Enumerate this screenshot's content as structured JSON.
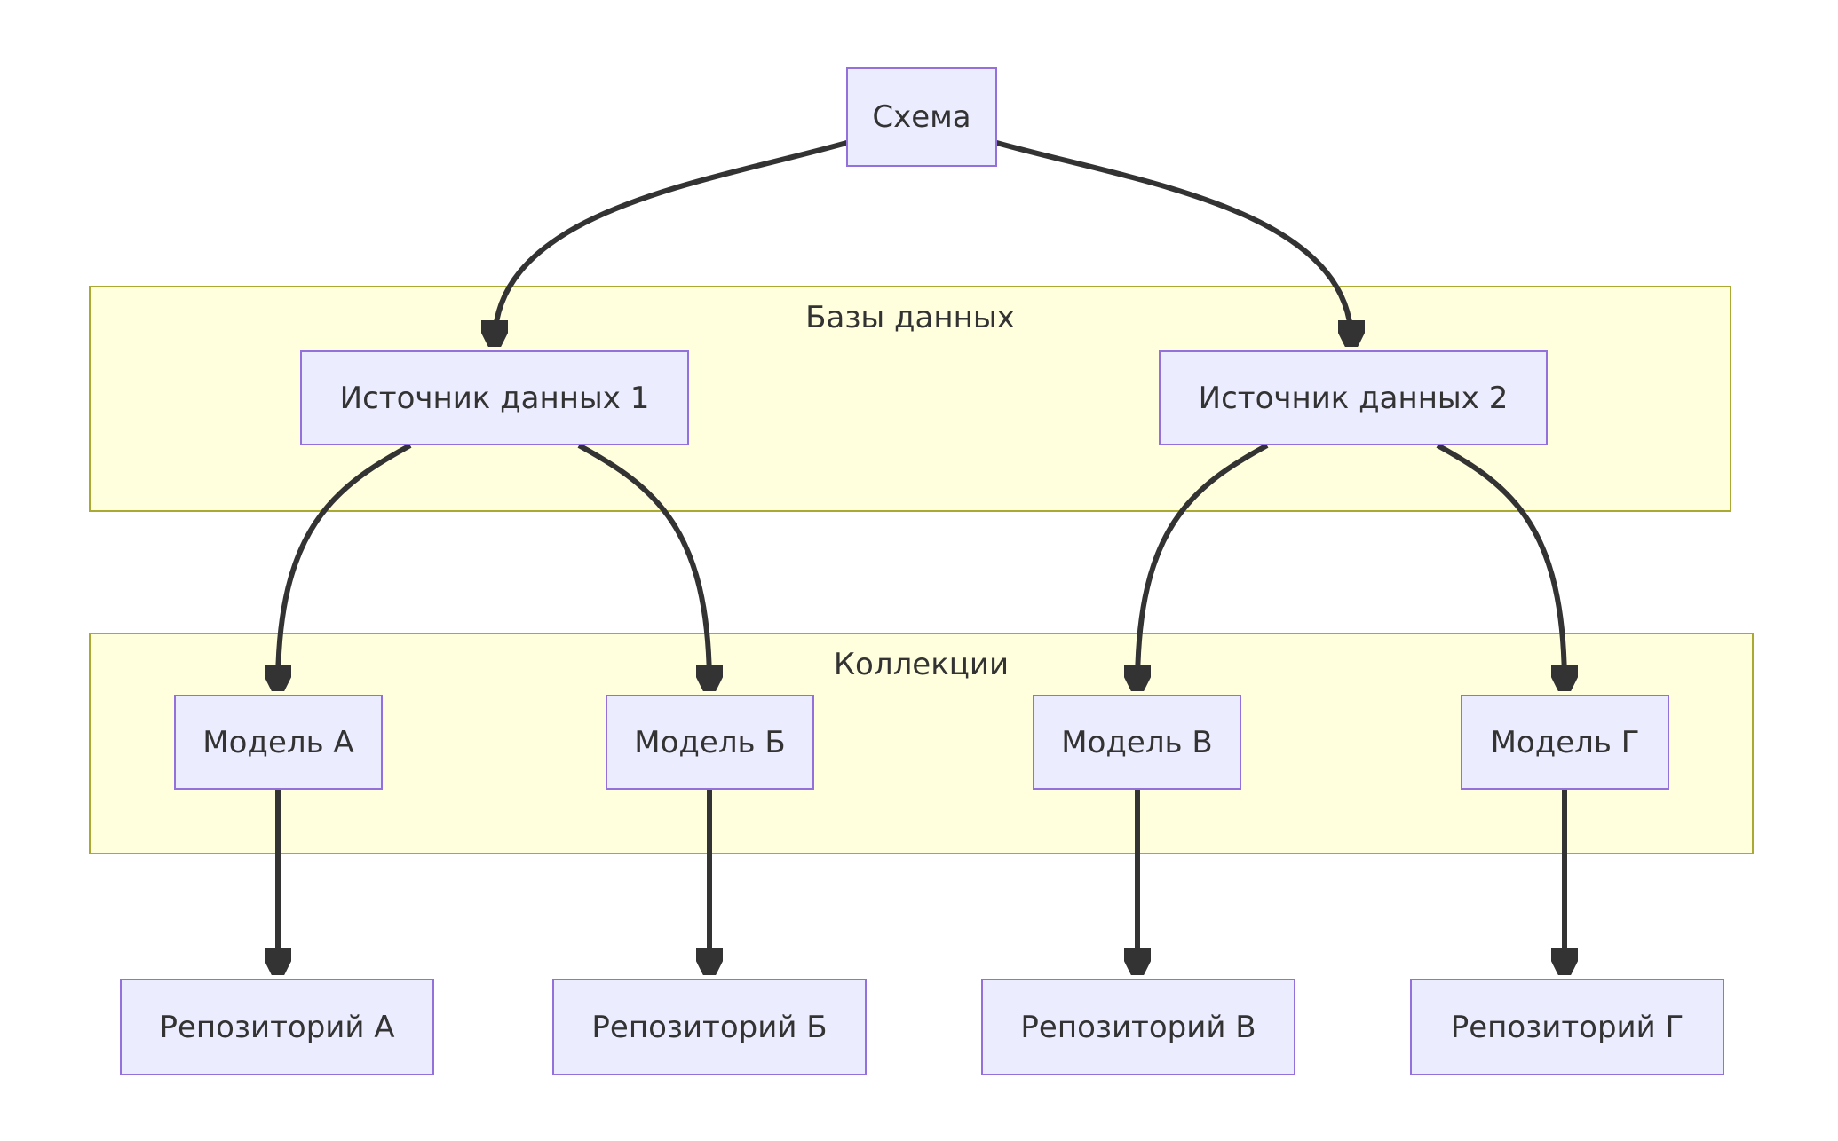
{
  "diagram": {
    "type": "flowchart",
    "clusters": {
      "databases": {
        "label": "Базы данных"
      },
      "collections": {
        "label": "Коллекции"
      }
    },
    "nodes": {
      "schema": {
        "label": "Схема"
      },
      "source1": {
        "label": "Источник данных 1"
      },
      "source2": {
        "label": "Источник данных 2"
      },
      "model_a": {
        "label": "Модель А"
      },
      "model_b": {
        "label": "Модель Б"
      },
      "model_v": {
        "label": "Модель В"
      },
      "model_g": {
        "label": "Модель Г"
      },
      "repo_a": {
        "label": "Репозиторий А"
      },
      "repo_b": {
        "label": "Репозиторий Б"
      },
      "repo_v": {
        "label": "Репозиторий В"
      },
      "repo_g": {
        "label": "Репозиторий Г"
      }
    },
    "edges": [
      {
        "from": "Схема",
        "to": "Источник данных 1"
      },
      {
        "from": "Схема",
        "to": "Источник данных 2"
      },
      {
        "from": "Источник данных 1",
        "to": "Модель А"
      },
      {
        "from": "Источник данных 1",
        "to": "Модель Б"
      },
      {
        "from": "Источник данных 2",
        "to": "Модель В"
      },
      {
        "from": "Источник данных 2",
        "to": "Модель Г"
      },
      {
        "from": "Модель А",
        "to": "Репозиторий А"
      },
      {
        "from": "Модель Б",
        "to": "Репозиторий Б"
      },
      {
        "from": "Модель В",
        "to": "Репозиторий В"
      },
      {
        "from": "Модель Г",
        "to": "Репозиторий Г"
      }
    ],
    "colors": {
      "node_fill": "#ECECFF",
      "node_border": "#9370DB",
      "cluster_fill": "#FFFFDE",
      "cluster_border": "#AAAA33",
      "edge": "#333333",
      "text": "#333333",
      "background": "#FFFFFF"
    }
  }
}
